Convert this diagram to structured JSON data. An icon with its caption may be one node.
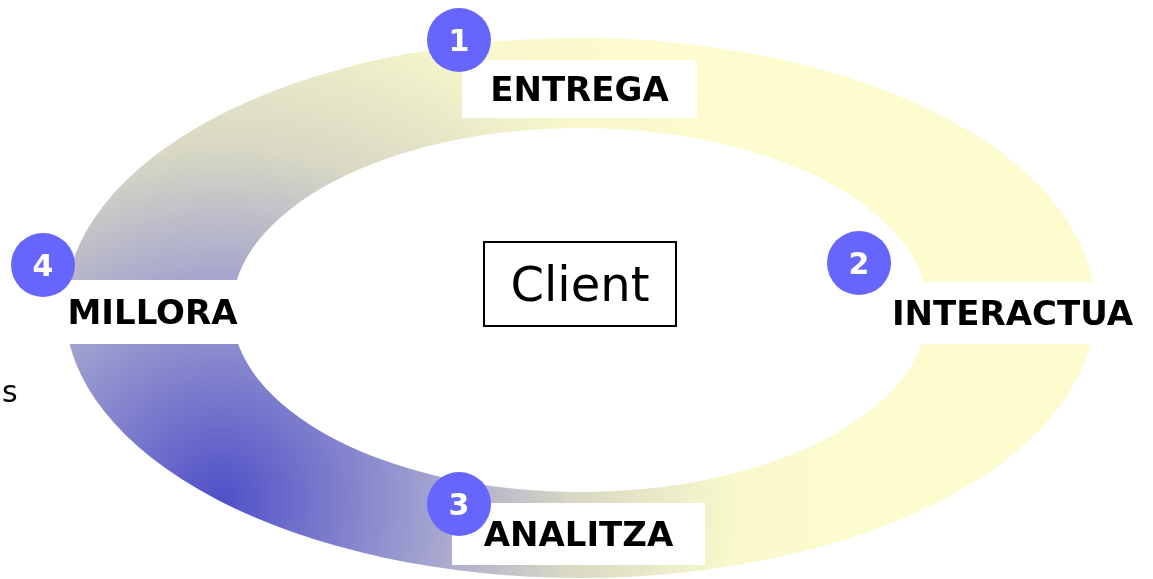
{
  "diagram": {
    "nodes": [
      {
        "text": [
          "1",
          "ENTREGA"
        ]
      },
      {
        "text": [
          "2",
          "INTERACTUA"
        ]
      },
      {
        "text": [
          "3",
          "ANALITZA"
        ]
      },
      {
        "text": [
          "4",
          "MILLORA"
        ]
      },
      {
        "text": [
          "Client"
        ]
      }
    ],
    "labels": [
      "s"
    ]
  }
}
